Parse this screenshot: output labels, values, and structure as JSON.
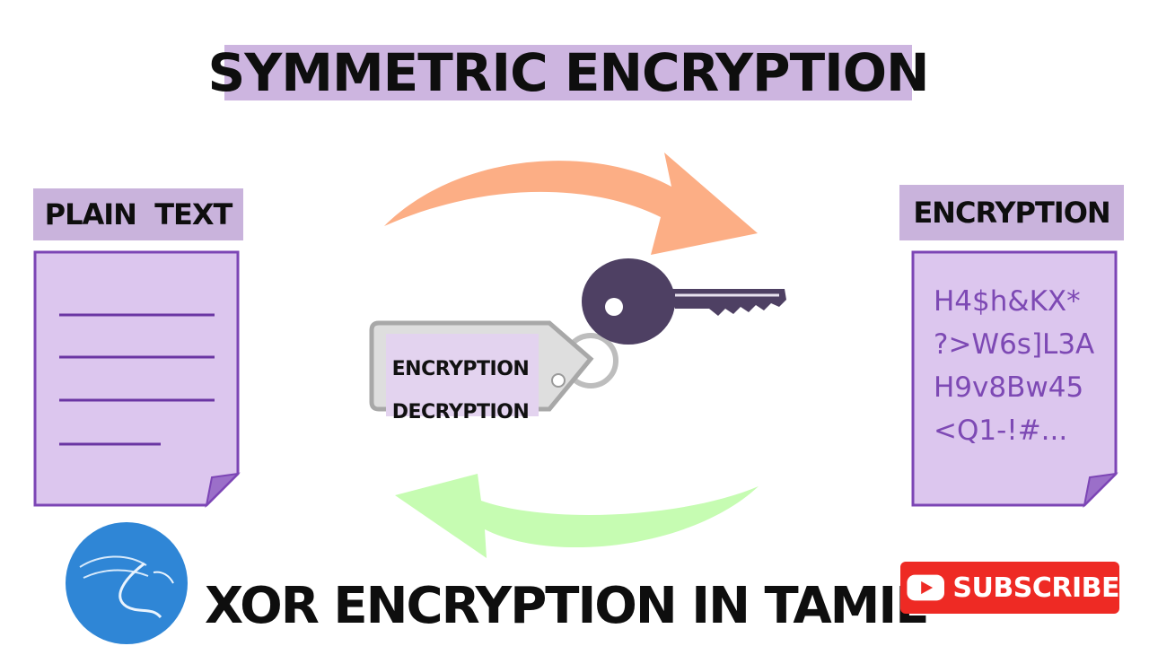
{
  "title": "SYMMETRIC ENCRYPTION",
  "left_panel": {
    "label": "PLAIN  TEXT"
  },
  "right_panel": {
    "label": "ENCRYPTION",
    "cipher_lines": [
      "H4$h&KX*",
      "?>W6s]L3A",
      "H9v8Bw45",
      "<Q1-!#..."
    ]
  },
  "key_tag": {
    "line1": "ENCRYPTION",
    "line2": "DECRYPTION"
  },
  "bottom_title": "XOR ENCRYPTION IN TAMIL",
  "subscribe_button": {
    "label": "SUBSCRIBE"
  },
  "colors": {
    "title_band": "#cdb5e0",
    "document_fill": "#dcc6ee",
    "document_border": "#7c45b5",
    "arrow_top": "#fcae85",
    "arrow_bottom": "#c6fcb2",
    "key": "#4e4063",
    "subscribe": "#ee2a24",
    "logo": "#2f86d6"
  },
  "icons": {
    "top_arrow": "curved-arrow-right-icon",
    "bottom_arrow": "curved-arrow-left-icon",
    "key": "key-icon",
    "logo": "dragon-logo-icon",
    "youtube": "youtube-play-icon"
  }
}
